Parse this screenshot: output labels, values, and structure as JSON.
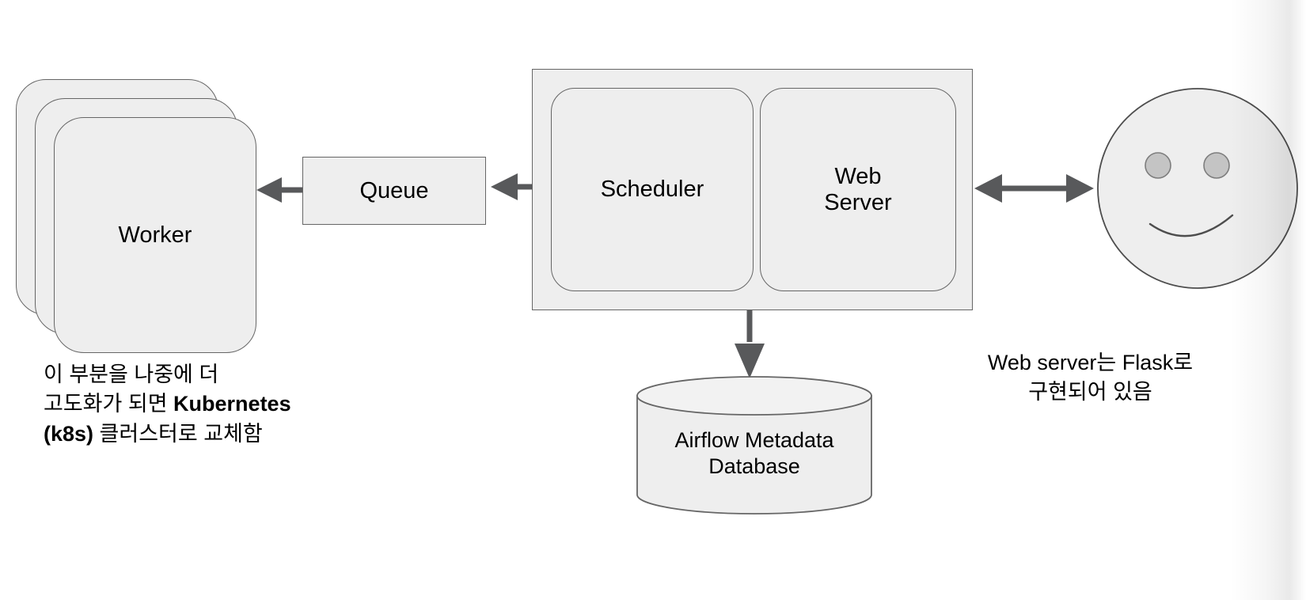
{
  "diagram": {
    "title": "Airflow architecture diagram",
    "background_color": "#ffffff",
    "node_fill": "#eeeeee",
    "node_stroke": "#666666",
    "arrow_color": "#58595b",
    "nodes": {
      "worker": {
        "label": "Worker",
        "shape": "stacked-rounded-rect",
        "copies": 3
      },
      "queue": {
        "label": "Queue",
        "shape": "rect"
      },
      "scheduler": {
        "label": "Scheduler",
        "shape": "rounded-rect"
      },
      "web_server": {
        "label": "Web\nServer",
        "shape": "rounded-rect"
      },
      "database": {
        "label": "Airflow Metadata\nDatabase",
        "shape": "cylinder"
      },
      "user": {
        "label": "",
        "shape": "smiley-face"
      }
    },
    "edges": [
      {
        "from": "queue",
        "to": "worker",
        "direction": "left",
        "style": "solid-arrow"
      },
      {
        "from": "scheduler",
        "to": "queue",
        "direction": "left",
        "style": "solid-arrow"
      },
      {
        "from": "main",
        "to": "database",
        "direction": "down",
        "style": "solid-arrow"
      },
      {
        "from": "web_server",
        "to": "user",
        "direction": "both",
        "style": "double-arrow"
      }
    ],
    "annotations": {
      "left_note": {
        "line1": "이 부분을 나중에 더",
        "line2_plain": "고도화가 되면 ",
        "line2_bold": "Kubernetes",
        "line3_bold": "(k8s)",
        "line3_plain": " 클러스터로 교체함"
      },
      "right_note": {
        "line1": "Web server는 Flask로",
        "line2": "구현되어 있음"
      }
    }
  }
}
